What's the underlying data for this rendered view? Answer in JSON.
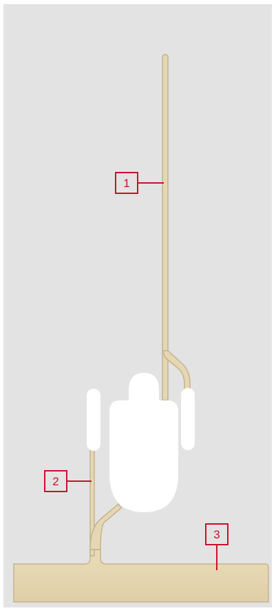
{
  "colors": {
    "page_background": "#ffffff",
    "panel_background": "#e3e3e3",
    "part_fill": "#e5d7b3",
    "part_shade": "#c4b38c",
    "cutout": "#ffffff",
    "callout": "#c8102e"
  },
  "callouts": [
    {
      "id": "1",
      "label": "1",
      "points_to": "thin-upper-feeder-runner"
    },
    {
      "id": "2",
      "label": "2",
      "points_to": "lower-vertical-runner"
    },
    {
      "id": "3",
      "label": "3",
      "points_to": "horizontal-base-runner"
    }
  ]
}
